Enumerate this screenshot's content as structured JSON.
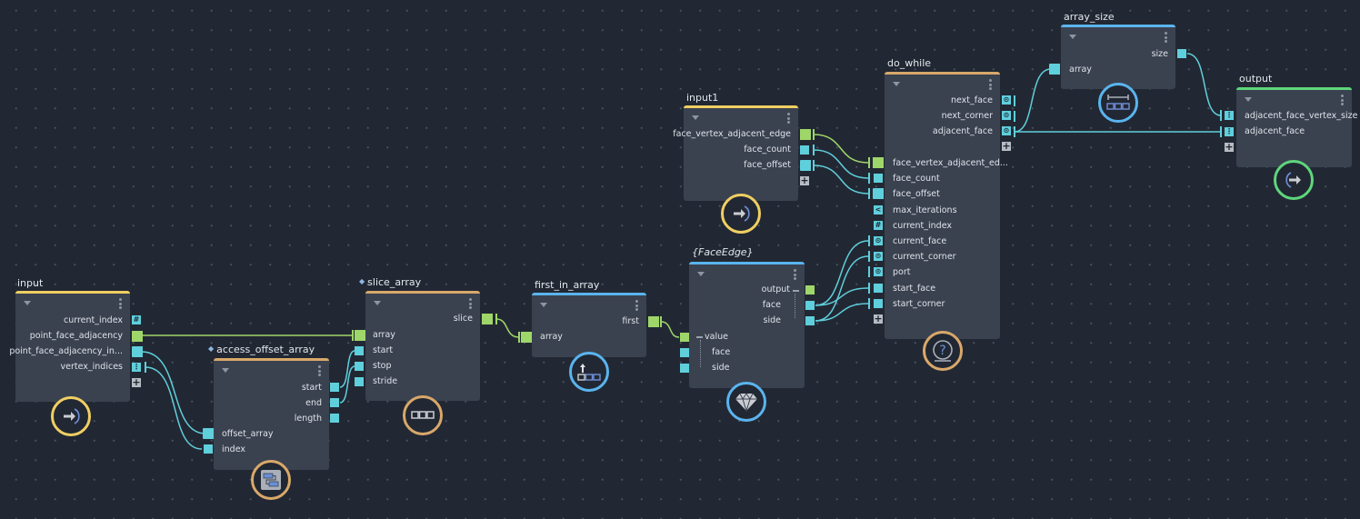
{
  "colors": {
    "background": "#222833",
    "node_body": "#3a4250",
    "input_accent": "#f0cf62",
    "function_accent": "#d9a86a",
    "type_accent": "#5ab4ee",
    "output_accent": "#5ed67c",
    "port_cyan": "#5fcfdc",
    "port_green": "#9fd66a"
  },
  "nodes": {
    "input": {
      "title": "input",
      "outputs": [
        "current_index",
        "point_face_adjacency",
        "point_face_adjacency_in...",
        "vertex_indices"
      ],
      "icon": "input-arrow-icon"
    },
    "access_offset_array": {
      "title": "access_offset_array",
      "outputs": [
        "start",
        "end",
        "length"
      ],
      "inputs": [
        "offset_array",
        "index"
      ],
      "icon": "access-array-icon"
    },
    "slice_array": {
      "title": "slice_array",
      "outputs": [
        "slice"
      ],
      "inputs": [
        "array",
        "start",
        "stop",
        "stride"
      ],
      "icon": "array-icon"
    },
    "first_in_array": {
      "title": "first_in_array",
      "outputs": [
        "first"
      ],
      "inputs": [
        "array"
      ],
      "icon": "first-in-array-icon"
    },
    "face_edge": {
      "title": "{FaceEdge}",
      "outputs": [
        "output",
        "face",
        "side"
      ],
      "inputs": [
        "value",
        "face",
        "side"
      ],
      "icon": "diamond-icon"
    },
    "input1": {
      "title": "input1",
      "outputs": [
        "face_vertex_adjacent_edge",
        "face_count",
        "face_offset"
      ],
      "icon": "input-arrow-icon"
    },
    "do_while": {
      "title": "do_while",
      "outputs": [
        "next_face",
        "next_corner",
        "adjacent_face"
      ],
      "inputs": [
        "face_vertex_adjacent_ed...",
        "face_count",
        "face_offset",
        "max_iterations",
        "current_index",
        "current_face",
        "current_corner",
        "port",
        "start_face",
        "start_corner"
      ],
      "icon": "loop-question-icon"
    },
    "array_size": {
      "title": "array_size",
      "outputs": [
        "size"
      ],
      "inputs": [
        "array"
      ],
      "icon": "array-size-icon"
    },
    "output": {
      "title": "output",
      "inputs": [
        "adjacent_face_vertex_size",
        "adjacent_face"
      ],
      "icon": "output-arrow-icon"
    }
  }
}
